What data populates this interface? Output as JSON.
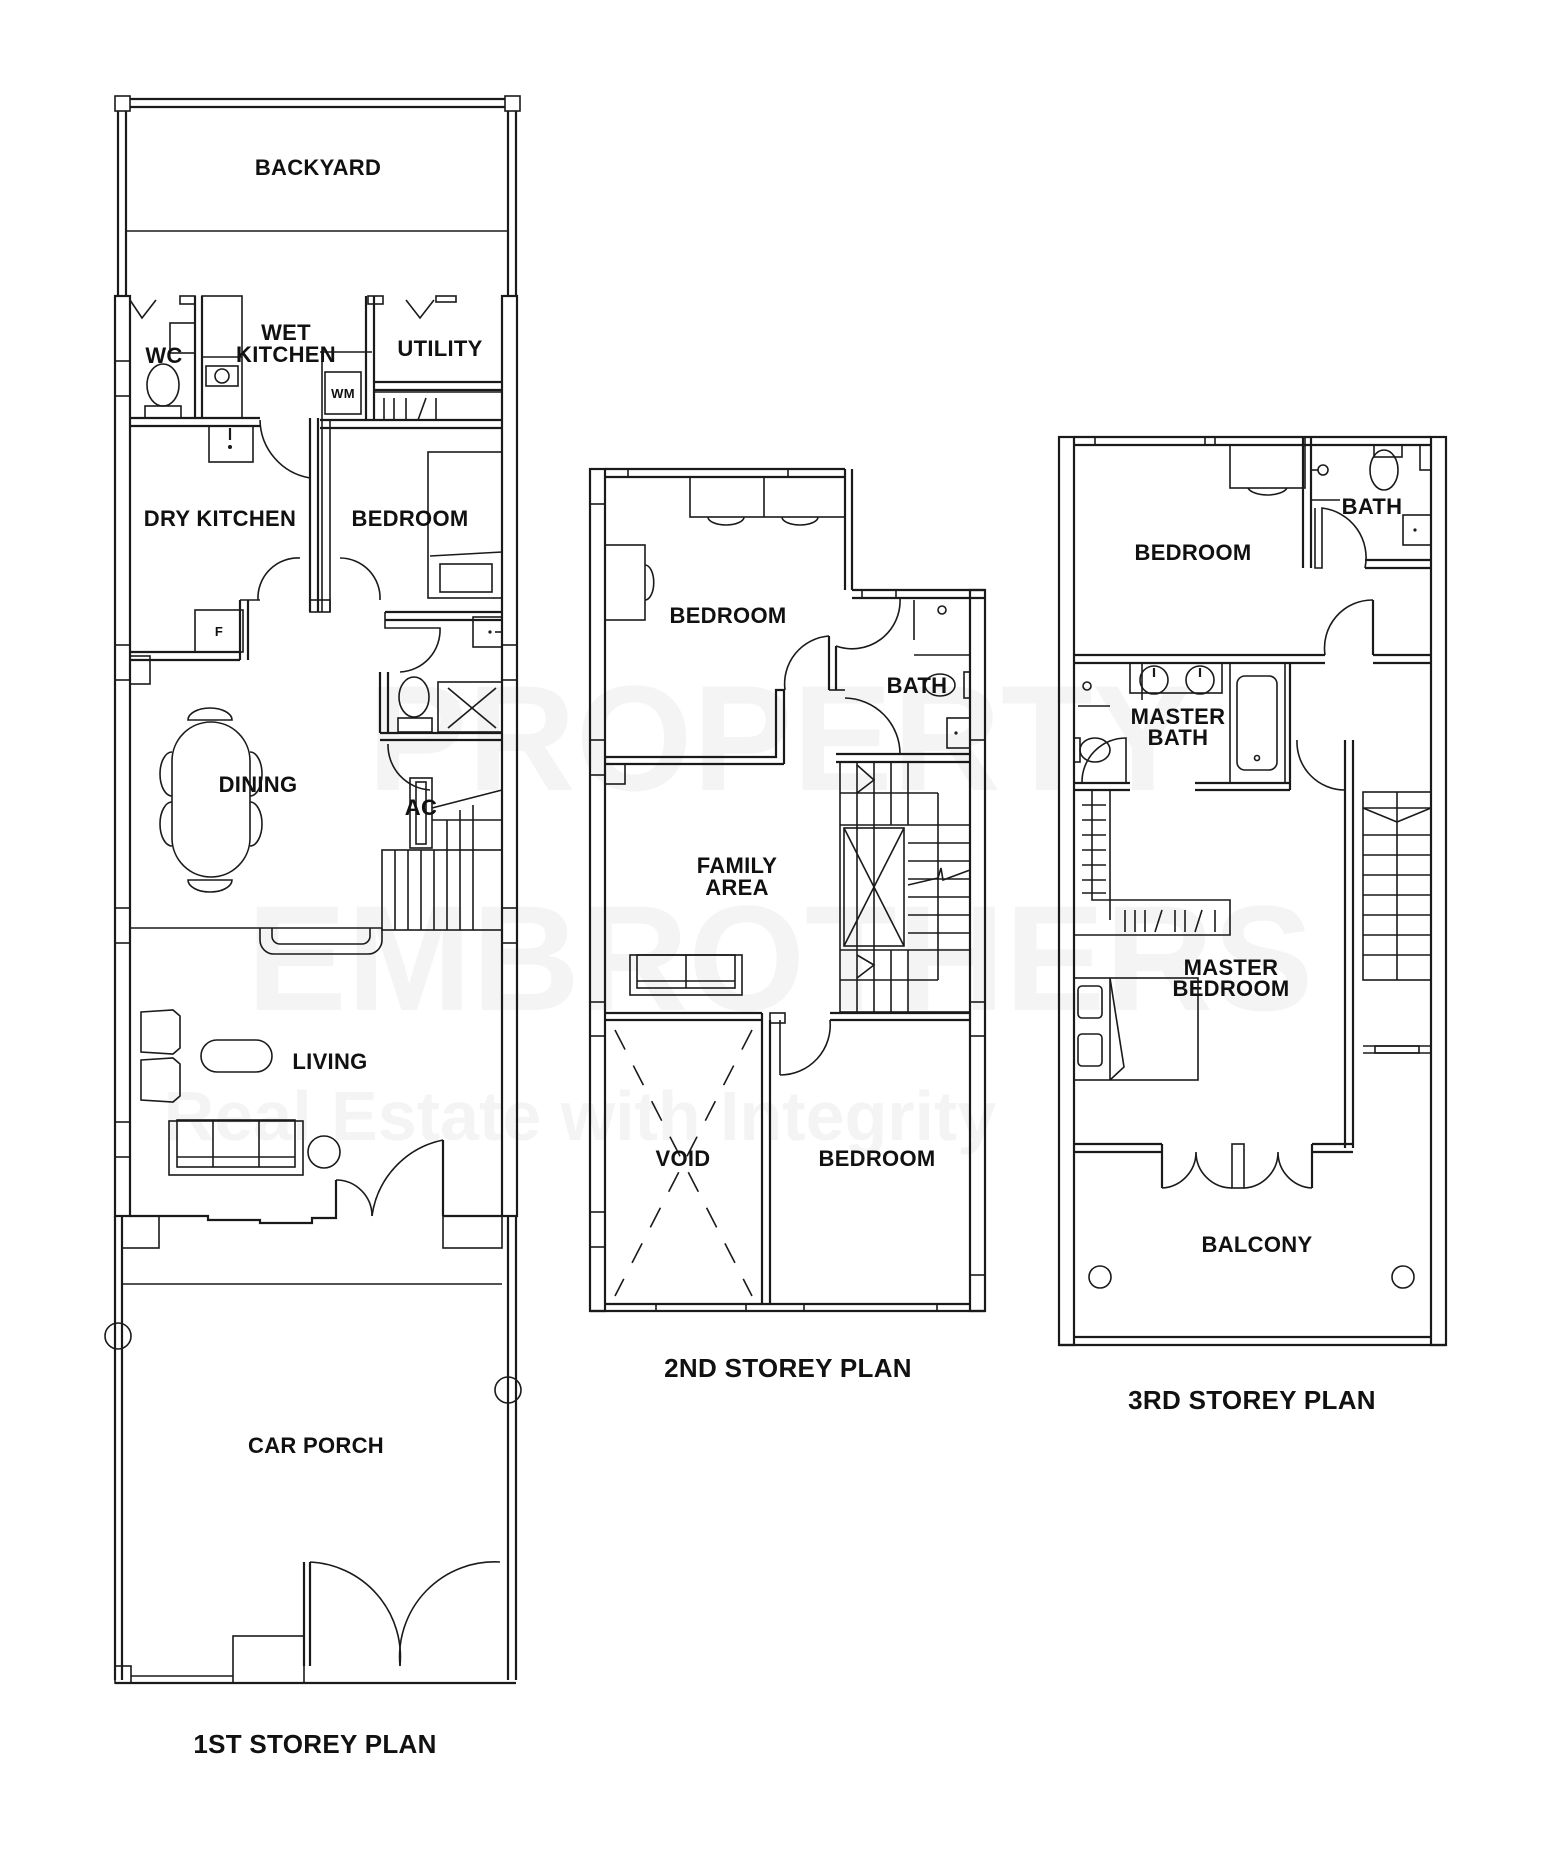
{
  "watermark": {
    "line1": "PROPERTY",
    "line2": "EMBROTHERS",
    "tagline": "Real Estate with Integrity"
  },
  "plans": [
    {
      "title": "1ST STOREY PLAN",
      "rooms": [
        {
          "label": "BACKYARD"
        },
        {
          "label": "WC"
        },
        {
          "label": "WET",
          "label2": "KITCHEN"
        },
        {
          "label": "UTILITY"
        },
        {
          "label": "DRY KITCHEN"
        },
        {
          "label": "BEDROOM"
        },
        {
          "label": "DINING"
        },
        {
          "label": "LIVING"
        },
        {
          "label": "CAR PORCH"
        }
      ],
      "fixtures": {
        "washing_machine": "WM",
        "fridge": "F",
        "aircon": "AC"
      }
    },
    {
      "title": "2ND STOREY PLAN",
      "rooms": [
        {
          "label": "BEDROOM"
        },
        {
          "label": "BATH"
        },
        {
          "label": "FAMILY",
          "label2": "AREA"
        },
        {
          "label": "VOID"
        },
        {
          "label": "BEDROOM"
        }
      ]
    },
    {
      "title": "3RD STOREY PLAN",
      "rooms": [
        {
          "label": "BEDROOM"
        },
        {
          "label": "BATH"
        },
        {
          "label": "MASTER",
          "label2": "BATH"
        },
        {
          "label": "MASTER",
          "label2": "BEDROOM"
        },
        {
          "label": "BALCONY"
        }
      ]
    }
  ],
  "colors": {
    "line": "#1a1a1a",
    "background": "#ffffff",
    "watermark": "#f4f4f4"
  }
}
